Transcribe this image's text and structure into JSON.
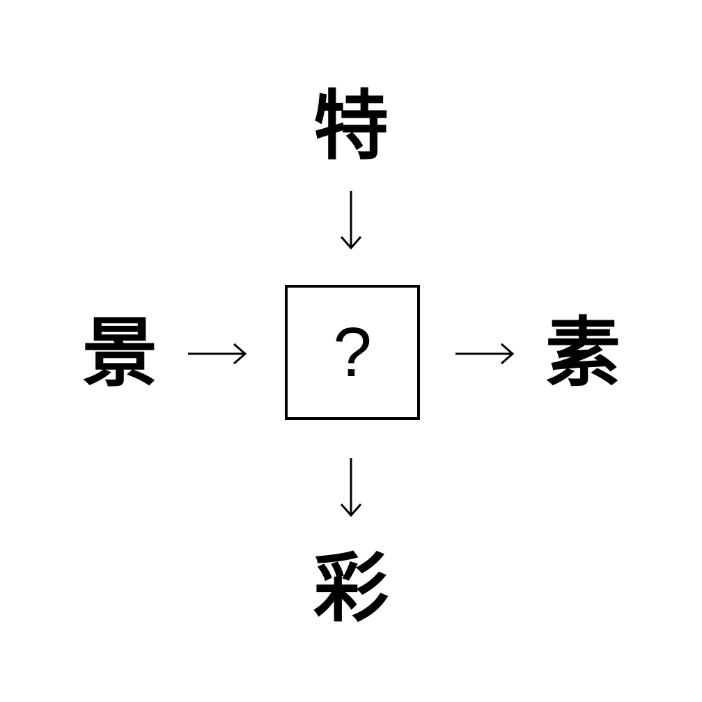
{
  "puzzle": {
    "top": "特",
    "left": "景",
    "right": "素",
    "bottom": "彩",
    "answer_placeholder": "?"
  }
}
